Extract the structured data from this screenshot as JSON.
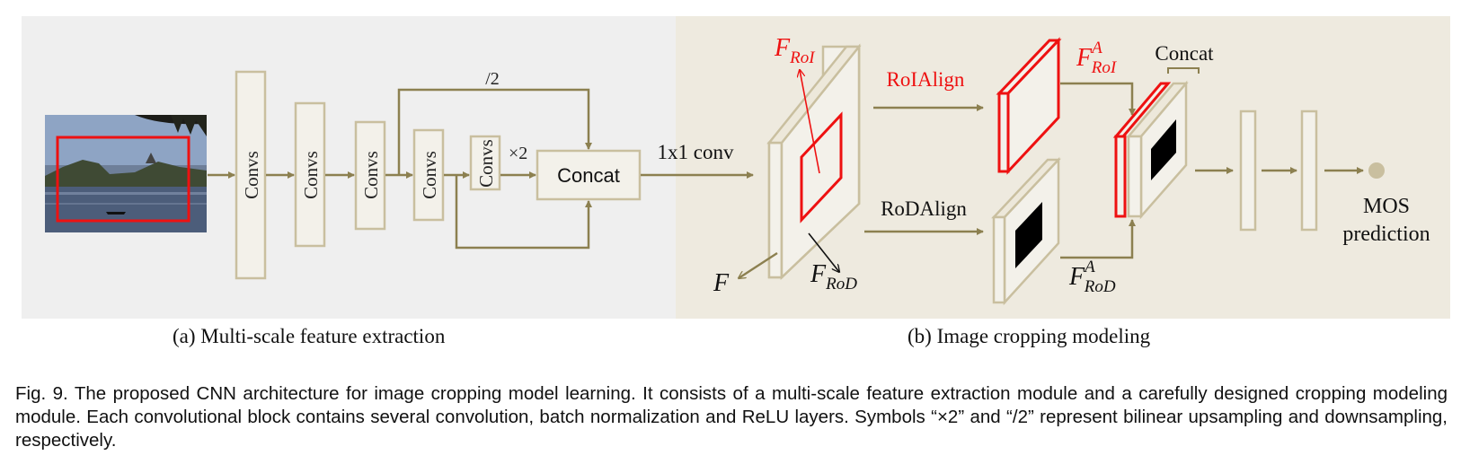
{
  "module_a": {
    "blocks": [
      "Convs",
      "Convs",
      "Convs",
      "Convs",
      "Convs"
    ],
    "concat": "Concat",
    "downsample": "/2",
    "upsample": "×2",
    "conv1x1": "1x1 conv",
    "caption": "(a) Multi-scale feature extraction"
  },
  "module_b": {
    "f_roi": {
      "main": "F",
      "sub": "RoI"
    },
    "f": "F",
    "f_rod": {
      "main": "F",
      "sub": "RoD"
    },
    "roialign": "RoIAlign",
    "rodalign": "RoDAlign",
    "f_roi_a": {
      "main": "F",
      "sup": "A",
      "sub": "RoI"
    },
    "f_rod_a": {
      "main": "F",
      "sup": "A",
      "sub": "RoD"
    },
    "concat": "Concat",
    "mos_line1": "MOS",
    "mos_line2": "prediction",
    "caption": "(b) Image cropping modeling"
  },
  "figure_caption": "Fig. 9. The proposed CNN architecture for image cropping model learning. It consists of a multi-scale feature extraction module and a carefully designed cropping modeling module. Each convolutional block contains several convolution, batch normalization and ReLU layers. Symbols “×2” and “/2” represent bilinear upsampling and downsampling, respectively.",
  "colors": {
    "panel_a_bg": "#efefef",
    "panel_b_bg": "#eeeadf",
    "block_stroke": "#c9bf9f",
    "arrow": "#8c8050",
    "highlight": "#ee1111"
  }
}
